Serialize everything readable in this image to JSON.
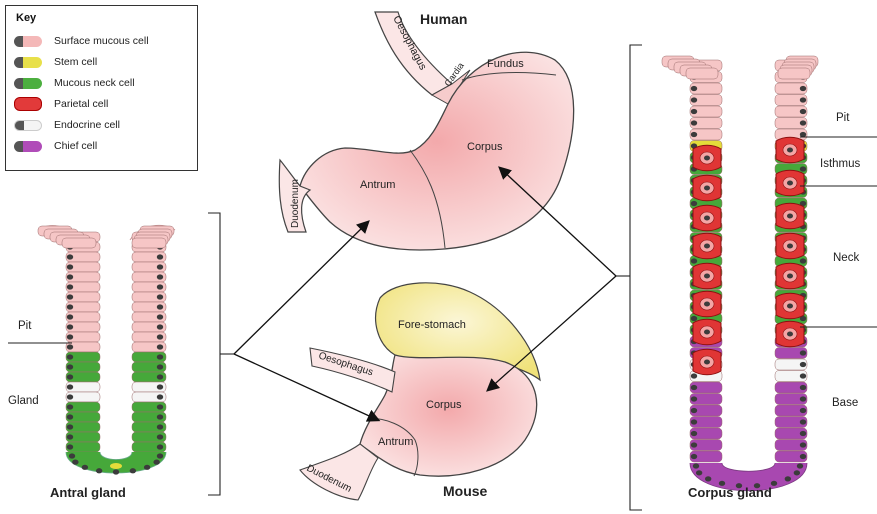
{
  "key": {
    "title": "Key",
    "items": [
      {
        "label": "Surface mucous cell",
        "color": "#f4b8b8"
      },
      {
        "label": "Stem cell",
        "color": "#e8e04a"
      },
      {
        "label": "Mucous neck cell",
        "color": "#4caf3f"
      },
      {
        "label": "Parietal cell",
        "color": "#e23a3a"
      },
      {
        "label": "Endocrine cell",
        "color": "#f4f4f4"
      },
      {
        "label": "Chief cell",
        "color": "#b04cb8"
      }
    ]
  },
  "human": {
    "title": "Human",
    "oesophagus": "Oesophagus",
    "cardia": "Cardia",
    "fundus": "Fundus",
    "corpus": "Corpus",
    "antrum": "Antrum",
    "duodenum": "Duodenum"
  },
  "mouse": {
    "title": "Mouse",
    "forestomach": "Fore-stomach",
    "oesophagus": "Oesophagus",
    "corpus": "Corpus",
    "antrum": "Antrum",
    "duodenum": "Duodenum"
  },
  "antral_gland": {
    "title": "Antral gland",
    "pit": "Pit",
    "gland": "Gland"
  },
  "corpus_gland": {
    "title": "Corpus gland",
    "pit": "Pit",
    "isthmus": "Isthmus",
    "neck": "Neck",
    "base": "Base"
  },
  "colors": {
    "pink": "#f6c6c6",
    "stomach_fill": "#f7cfcf",
    "forestomach_fill": "#f8f1c4",
    "green": "#46a83a",
    "parietal": "#e03535",
    "chief": "#a848b0",
    "stem": "#e4dc3a",
    "nucleus": "#3c3c3c"
  }
}
